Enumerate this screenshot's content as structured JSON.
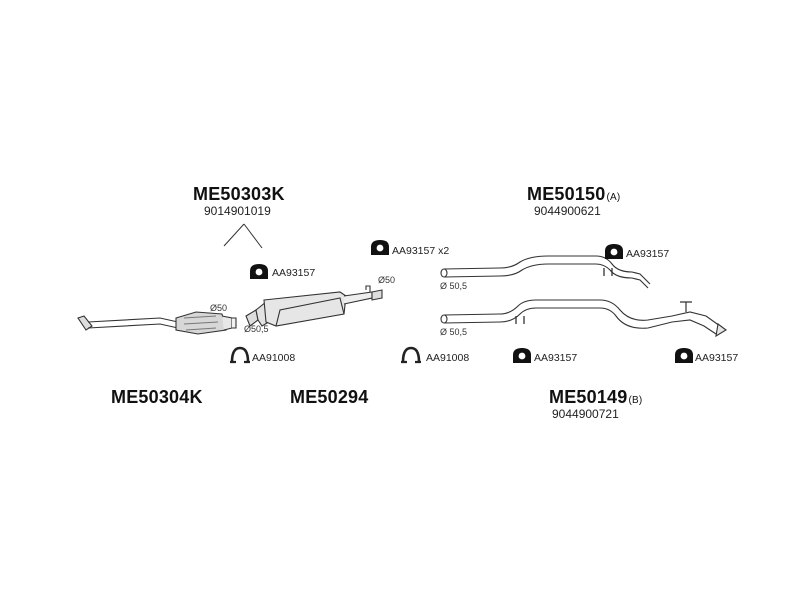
{
  "parts": {
    "me50303k": {
      "code": "ME50303K",
      "number": "9014901019"
    },
    "me50304k": {
      "code": "ME50304K"
    },
    "me50294": {
      "code": "ME50294"
    },
    "me50150": {
      "code": "ME50150",
      "suffix": "(A)",
      "number": "9044900621"
    },
    "me50149": {
      "code": "ME50149",
      "suffix": "(B)",
      "number": "9044900721"
    }
  },
  "accessories": {
    "mount_left": "AA93157",
    "mount_center": "AA93157 x2",
    "mount_top_right": "AA93157",
    "mount_bottom_mid": "AA93157",
    "mount_bottom_right": "AA93157",
    "clamp_left": "AA91008",
    "clamp_mid": "AA91008"
  },
  "diameters": {
    "d_cat_outlet": "Ø50",
    "d_muffler_inlet": "Ø50,5",
    "d_muffler_outlet": "Ø50",
    "d_pipe_a": "Ø 50,5",
    "d_pipe_b": "Ø 50,5"
  }
}
